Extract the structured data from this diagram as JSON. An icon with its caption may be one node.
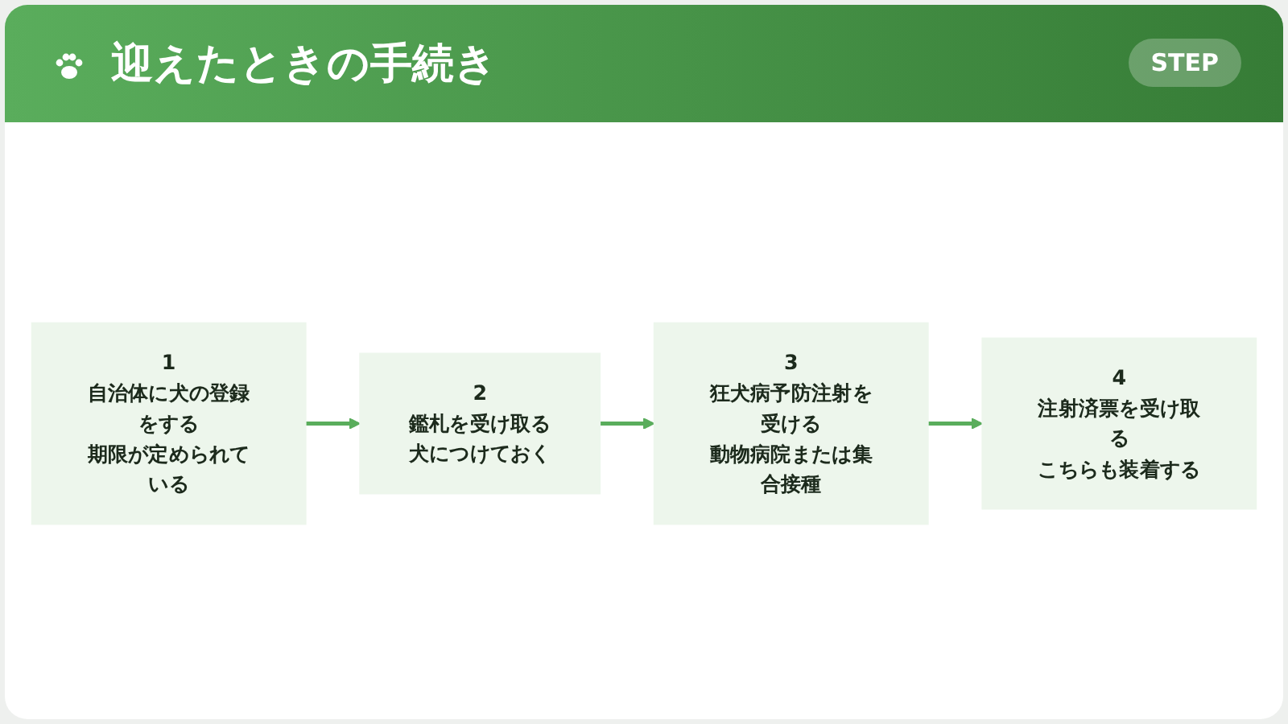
{
  "diagram": {
    "title": "迎えたときの手続き",
    "nodes": [
      {
        "text": [
          "1",
          "自治体に犬の登録をする",
          "期限が定められている"
        ]
      },
      {
        "text": [
          "2",
          "鑑札を受け取る",
          "犬につけておく"
        ]
      },
      {
        "text": [
          "3",
          "狂犬病予防注射を受ける",
          "動物病院または集合接種"
        ]
      },
      {
        "text": [
          "4",
          "注射済票を受け取る",
          "こちらも装着する"
        ]
      }
    ],
    "edges": [
      {
        "from": 0,
        "to": 1,
        "arrow": "to"
      },
      {
        "from": 1,
        "to": 2,
        "arrow": "to"
      },
      {
        "from": 2,
        "to": 3,
        "arrow": "to"
      }
    ],
    "labels": [
      "STEP"
    ]
  }
}
